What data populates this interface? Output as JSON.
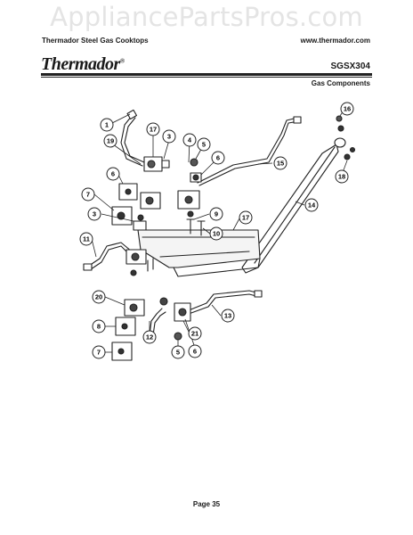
{
  "watermark": "AppliancePartsPros.com",
  "header": {
    "left": "Thermador Steel Gas Cooktops",
    "right": "www.thermador.com",
    "brand": "Thermador",
    "brand_mark": "®",
    "model": "SGSX304",
    "section": "Gas Components"
  },
  "diagram": {
    "callouts": [
      {
        "id": "c1",
        "label": "1"
      },
      {
        "id": "c17a",
        "label": "17"
      },
      {
        "id": "c3a",
        "label": "3"
      },
      {
        "id": "c4",
        "label": "4"
      },
      {
        "id": "c5a",
        "label": "5"
      },
      {
        "id": "c6a",
        "label": "6"
      },
      {
        "id": "c15",
        "label": "15"
      },
      {
        "id": "c16",
        "label": "16"
      },
      {
        "id": "c19",
        "label": "19"
      },
      {
        "id": "c18",
        "label": "18"
      },
      {
        "id": "c6b",
        "label": "6"
      },
      {
        "id": "c14",
        "label": "14"
      },
      {
        "id": "c7a",
        "label": "7"
      },
      {
        "id": "c3b",
        "label": "3"
      },
      {
        "id": "c9",
        "label": "9"
      },
      {
        "id": "c17b",
        "label": "17"
      },
      {
        "id": "c10",
        "label": "10"
      },
      {
        "id": "c11",
        "label": "11"
      },
      {
        "id": "c20",
        "label": "20"
      },
      {
        "id": "c13",
        "label": "13"
      },
      {
        "id": "c8",
        "label": "8"
      },
      {
        "id": "c12",
        "label": "12"
      },
      {
        "id": "c21",
        "label": "21"
      },
      {
        "id": "c7b",
        "label": "7"
      },
      {
        "id": "c5b",
        "label": "5"
      },
      {
        "id": "c6c",
        "label": "6"
      }
    ]
  },
  "footer": {
    "page": "Page 35"
  }
}
